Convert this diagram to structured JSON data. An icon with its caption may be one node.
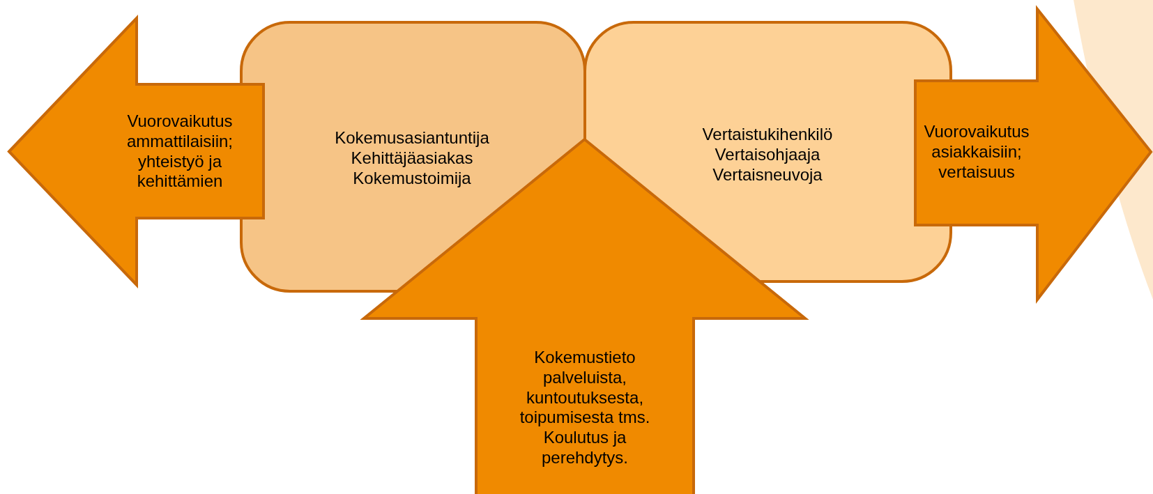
{
  "diagram": {
    "nodes": [
      {
        "text": [
          "Vuorovaikutus ammattilaisiin; yhteistyö ja kehittämien"
        ]
      },
      {
        "text": [
          "Kokemusasiantuntija",
          "Kehittäjäasiakas",
          "Kokemustoimija"
        ]
      },
      {
        "text": [
          "Vertaistukihenkilö",
          "Vertaisohjaaja",
          "Vertaisneuvoja"
        ]
      },
      {
        "text": [
          "Vuorovaikutus asiakkaisiin; vertaisuus"
        ]
      },
      {
        "text": [
          "Kokemustieto palveluista, kuntoutuksesta, toipumisesta tms.",
          "Koulutus ja perehdytys."
        ]
      }
    ],
    "edges": []
  }
}
